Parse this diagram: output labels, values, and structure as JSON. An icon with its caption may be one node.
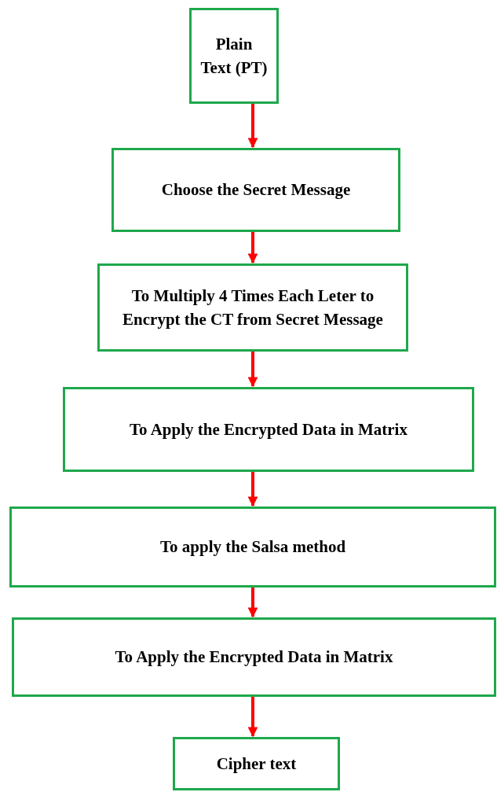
{
  "diagram": {
    "nodes": [
      {
        "text": [
          "Plain Text (PT)"
        ]
      },
      {
        "text": [
          "Choose the Secret Message"
        ]
      },
      {
        "text": [
          "To Multiply 4 Times Each Leter to Encrypt the CT from Secret Message"
        ]
      },
      {
        "text": [
          "To Apply the Encrypted Data in Matrix"
        ]
      },
      {
        "text": [
          "To apply the Salsa method"
        ]
      },
      {
        "text": [
          "To Apply the Encrypted Data in Matrix"
        ]
      },
      {
        "text": [
          "Cipher text"
        ]
      }
    ],
    "edges": [
      {
        "from": 0,
        "to": 1,
        "arrow": "to"
      },
      {
        "from": 1,
        "to": 2,
        "arrow": "to"
      },
      {
        "from": 2,
        "to": 3,
        "arrow": "to"
      },
      {
        "from": 3,
        "to": 4,
        "arrow": "to"
      },
      {
        "from": 4,
        "to": 5,
        "arrow": "to"
      },
      {
        "from": 5,
        "to": 6,
        "arrow": "to"
      }
    ]
  }
}
